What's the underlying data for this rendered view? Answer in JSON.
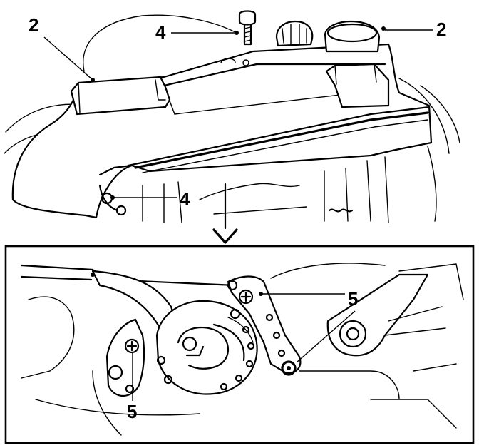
{
  "callouts": [
    {
      "id": "top-left",
      "label": "2"
    },
    {
      "id": "top-center",
      "label": "4"
    },
    {
      "id": "top-right",
      "label": "2"
    },
    {
      "id": "middle",
      "label": "4"
    },
    {
      "id": "inset-right",
      "label": "5"
    },
    {
      "id": "inset-bottom",
      "label": "5"
    }
  ]
}
